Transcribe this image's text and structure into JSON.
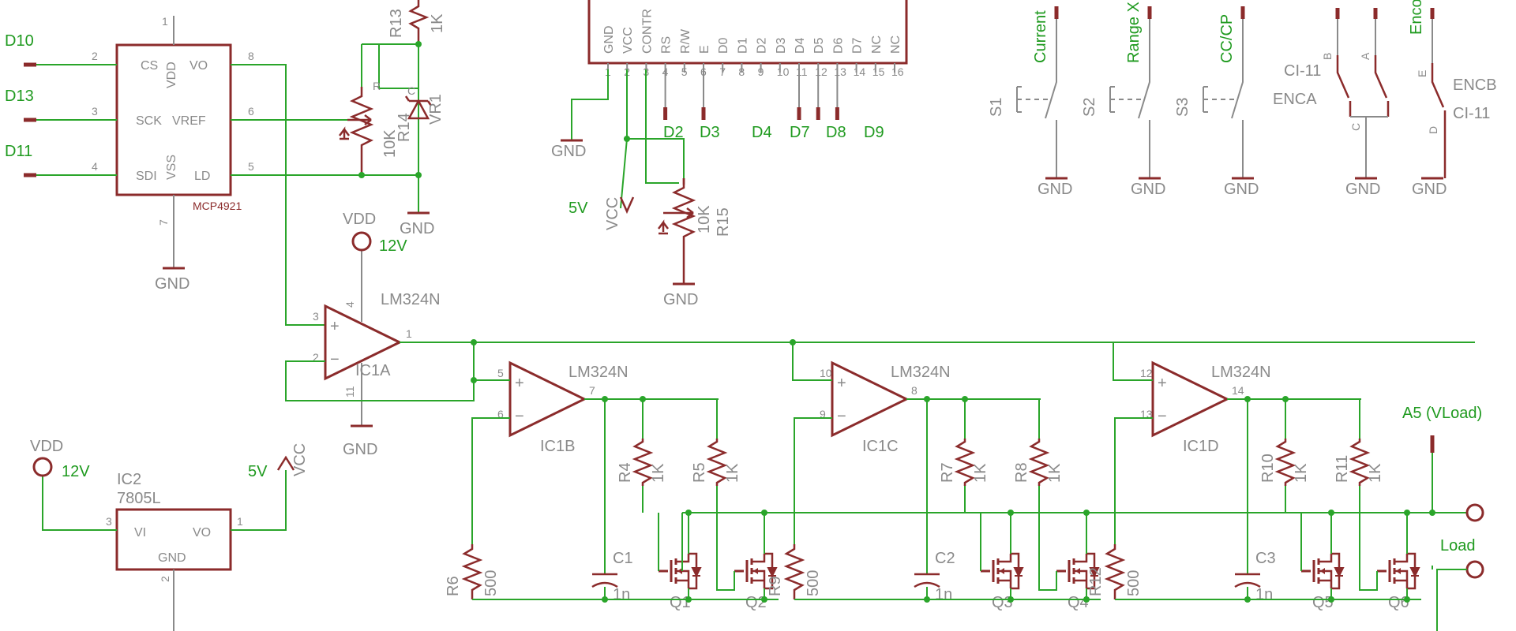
{
  "colors": {
    "component": "#8b2b2b",
    "wire": "#2aa52a",
    "text_gray": "#8a8a8a",
    "text_green": "#1f9a1f"
  },
  "dac": {
    "name": "MCP4921",
    "pins": {
      "cs": "CS",
      "vdd": "VDD",
      "vo": "VO",
      "sck": "SCK",
      "vref": "VREF",
      "sdi": "SDI",
      "vss": "VSS",
      "ld": "LD"
    },
    "pin_numbers": {
      "p1": "1",
      "p2": "2",
      "p3": "3",
      "p4": "4",
      "p5": "5",
      "p6": "6",
      "p7": "7",
      "p8": "8"
    },
    "gnd": "GND"
  },
  "nets": {
    "d10": "D10",
    "d13": "D13",
    "d11": "D11",
    "d2": "D2",
    "d3": "D3",
    "d4": "D4",
    "d7": "D7",
    "d8": "D8",
    "d9": "D9",
    "a5": "A5 (VLoad)",
    "load": "Load",
    "v5": "5V",
    "v12": "12V",
    "vdd": "VDD",
    "vcc": "VCC"
  },
  "ref": {
    "r13": "R13",
    "r13v": "1K",
    "r14": "R14",
    "r14v": "10K",
    "vr1": "VR1",
    "vr1_r": "R",
    "vr1_c": "C",
    "gnd": "GND"
  },
  "lcd": {
    "pins": [
      "GND",
      "VCC",
      "CONTR",
      "RS",
      "R/W",
      "E",
      "D0",
      "D1",
      "D2",
      "D3",
      "D4",
      "D5",
      "D6",
      "D7",
      "NC",
      "NC"
    ],
    "nums": [
      "1",
      "2",
      "3",
      "4",
      "5",
      "6",
      "7",
      "8",
      "9",
      "10",
      "11",
      "12",
      "13",
      "14",
      "15",
      "16"
    ],
    "gnd": "GND"
  },
  "r15": {
    "name": "R15",
    "value": "10K",
    "gnd": "GND"
  },
  "switches": [
    {
      "name": "S1",
      "label": "Current",
      "gnd": "GND"
    },
    {
      "name": "S2",
      "label": "Range X",
      "gnd": "GND"
    },
    {
      "name": "S3",
      "label": "CC/CP",
      "gnd": "GND"
    }
  ],
  "encoder": {
    "label": "Encoder",
    "ci1": "CI-11",
    "ci2": "CI-11",
    "enca": "ENCA",
    "encb": "ENCB",
    "pa": "A",
    "pb": "B",
    "pc": "C",
    "pd": "D",
    "pe": "E",
    "gnd1": "GND",
    "gnd2": "GND"
  },
  "opamps": {
    "a": {
      "name": "IC1A",
      "part": "LM324N",
      "plus": "+",
      "minus": "−",
      "pins": [
        "3",
        "2",
        "1",
        "4",
        "11"
      ]
    },
    "b": {
      "name": "IC1B",
      "part": "LM324N",
      "plus": "+",
      "minus": "−",
      "pins": [
        "5",
        "6",
        "7"
      ]
    },
    "c": {
      "name": "IC1C",
      "part": "LM324N",
      "plus": "+",
      "minus": "−",
      "pins": [
        "10",
        "9",
        "8"
      ]
    },
    "d": {
      "name": "IC1D",
      "part": "LM324N",
      "plus": "+",
      "minus": "−",
      "pins": [
        "12",
        "13",
        "14"
      ]
    },
    "gnd": "GND"
  },
  "regulator": {
    "name": "IC2",
    "part": "7805L",
    "vi": "VI",
    "vo": "VO",
    "gnd": "GND",
    "p3": "3",
    "p1": "1",
    "p2": "2"
  },
  "stages": [
    {
      "ra": "R4",
      "rav": "1K",
      "rb": "R5",
      "rbv": "1K",
      "rs": "R6",
      "rsv": "500",
      "c": "C1",
      "cv": "1n",
      "qa": "Q1",
      "qb": "Q2"
    },
    {
      "ra": "R7",
      "rav": "1K",
      "rb": "R8",
      "rbv": "1K",
      "rs": "R9",
      "rsv": "500",
      "c": "C2",
      "cv": "1n",
      "qa": "Q3",
      "qb": "Q4"
    },
    {
      "ra": "R10",
      "rav": "1K",
      "rb": "R11",
      "rbv": "1K",
      "rs": "R12",
      "rsv": "500",
      "c": "C3",
      "cv": "1n",
      "qa": "Q5",
      "qb": "Q6"
    }
  ]
}
